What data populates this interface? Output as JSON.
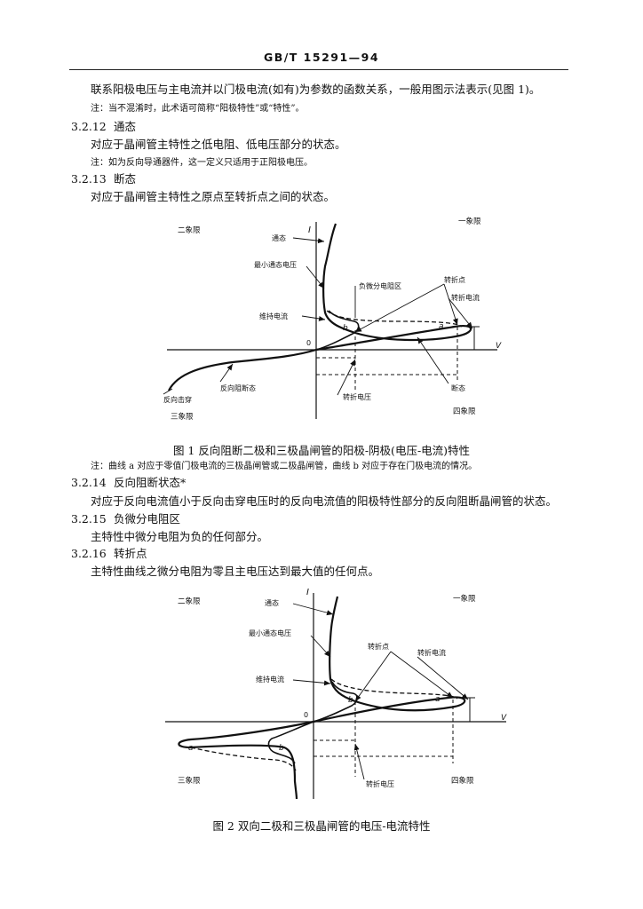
{
  "header": {
    "standard_code": "GB/T  15291—94"
  },
  "body": {
    "para_continue": "联系阳极电压与主电流并以门极电流(如有)为参数的函数关系，一般用图示法表示(见图 1)。",
    "note_1": "注：当不混淆时，此术语可简称“阳极特性”或“特性”。",
    "sec_3212_num": "3.2.12",
    "sec_3212_title": "通态",
    "sec_3212_def": "对应于晶闸管主特性之低电阻、低电压部分的状态。",
    "note_2": "注：如为反向导通器件，这一定义只适用于正阳极电压。",
    "sec_3213_num": "3.2.13",
    "sec_3213_title": "断态",
    "sec_3213_def": "对应于晶闸管主特性之原点至转折点之间的状态。",
    "fig1_caption": "图 1   反向阻断二极和三极晶闸管的阳极-阴极(电压-电流)特性",
    "fig1_note": "注：曲线 a 对应于零值门极电流的三极晶闸管或二极晶闸管，曲线 b 对应于存在门极电流的情况。",
    "sec_3214_num": "3.2.14",
    "sec_3214_title": "反向阻断状态*",
    "sec_3214_def": "对应于反向电流值小于反向击穿电压时的反向电流值的阳极特性部分的反向阻断晶闸管的状态。",
    "sec_3215_num": "3.2.15",
    "sec_3215_title": "负微分电阻区",
    "sec_3215_def": "主特性中微分电阻为负的任何部分。",
    "sec_3216_num": "3.2.16",
    "sec_3216_title": "转折点",
    "sec_3216_def": "主特性曲线之微分电阻为零且主电压达到最大值的任何点。",
    "fig2_caption": "图 2   双向二极和三极晶闸管的电压-电流特性"
  },
  "fig1": {
    "q2": "二象限",
    "q1": "一象限",
    "q3": "三象限",
    "q4": "四象限",
    "axis_i": "I",
    "axis_v": "V",
    "origin": "0",
    "on_state": "通态",
    "min_on_voltage": "最小通态电压",
    "neg_diff_resistance": "负微分电阻区",
    "breakover_point": "转折点",
    "breakover_current": "转折电流",
    "holding_current": "维持电流",
    "curve_a": "a",
    "curve_b": "b",
    "reverse_breakdown": "反向击穿",
    "reverse_blocking": "反向阻断态",
    "breakover_voltage": "转折电压",
    "off_state": "断态"
  },
  "fig2": {
    "q2": "二象限",
    "q1": "一象限",
    "q3": "三象限",
    "q4": "四象限",
    "axis_i": "I",
    "axis_v": "V",
    "origin": "0",
    "on_state": "通态",
    "min_on_voltage": "最小通态电压",
    "breakover_point": "转折点",
    "breakover_current": "转折电流",
    "holding_current": "维持电流",
    "curve_a_pos": "a",
    "curve_b_pos": "b",
    "curve_a_neg": "a",
    "curve_b_neg": "b",
    "breakover_voltage": "转折电压"
  }
}
